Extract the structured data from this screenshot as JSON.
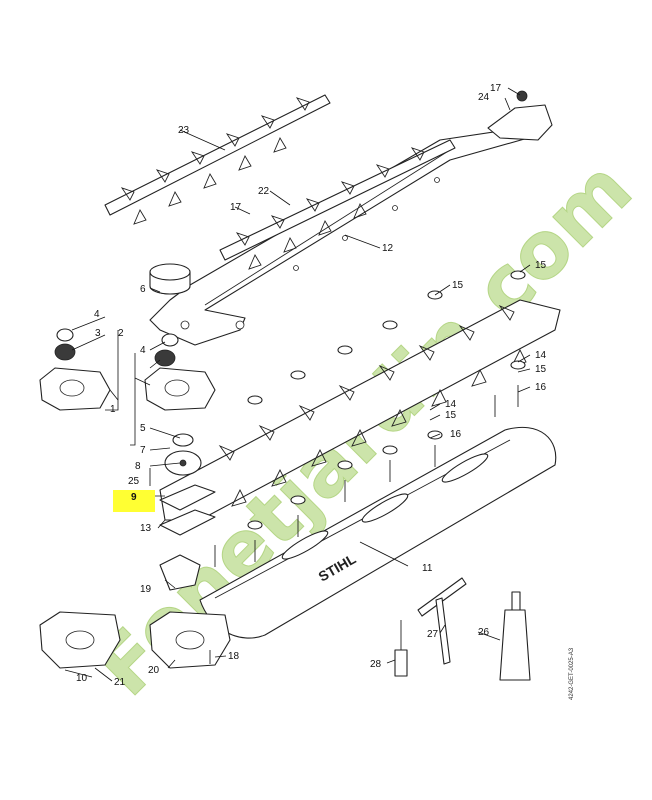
{
  "colors": {
    "background": "#ffffff",
    "line": "#222222",
    "highlight": "#ffff33",
    "watermark_green": "#b9d98a",
    "watermark_grey": "#c9c2b8"
  },
  "diagram": {
    "brand_text": "STIHL",
    "watermark_text": "Fenetjardin.com",
    "drawing_code": "4242-GET-0025-A3",
    "highlighted_label": "9",
    "part_labels": {
      "p1": "1",
      "p2": "2",
      "p3": "3",
      "p4": "4",
      "p4b": "4",
      "p5": "5",
      "p6": "6",
      "p7": "7",
      "p8": "8",
      "p9": "9",
      "p10": "10",
      "p11": "11",
      "p12": "12",
      "p13": "13",
      "p14": "14",
      "p14b": "14",
      "p15a": "15",
      "p15b": "15",
      "p15c": "15",
      "p15d": "15",
      "p16a": "16",
      "p16b": "16",
      "p17a": "17",
      "p17b": "17",
      "p18": "18",
      "p19": "19",
      "p20": "20",
      "p21": "21",
      "p22": "22",
      "p23": "23",
      "p24": "24",
      "p25": "25",
      "p26": "26",
      "p27": "27",
      "p28": "28"
    }
  }
}
